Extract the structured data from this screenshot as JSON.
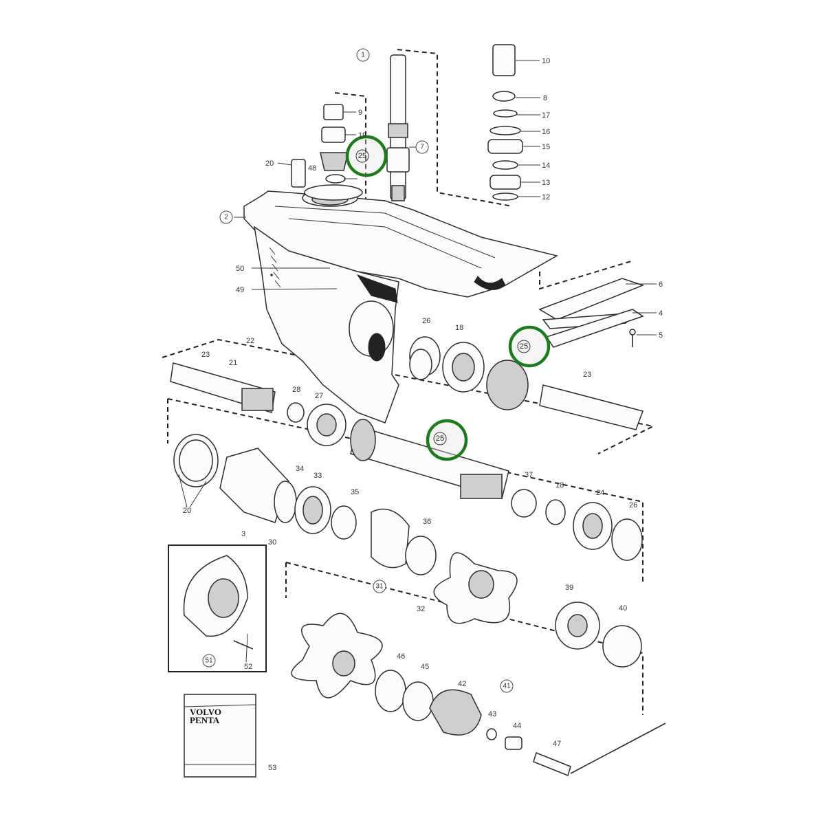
{
  "labels": {
    "l1": "1",
    "l2": "2",
    "l3": "3",
    "l4": "4",
    "l5": "5",
    "l6": "6",
    "l7": "7",
    "l8": "8",
    "l9": "9",
    "l10": "10",
    "l12": "12",
    "l13": "13",
    "l14": "14",
    "l15": "15",
    "l16": "16",
    "l17": "17",
    "l18a": "18",
    "l18b": "18",
    "l19": "19",
    "l20a": "20",
    "l20b": "20",
    "l21": "21",
    "l22": "22",
    "l23a": "23",
    "l23b": "23",
    "l24": "24",
    "l26a": "26",
    "l26b": "26",
    "l27": "27",
    "l28": "28",
    "l30": "30",
    "l31": "31",
    "l32": "32",
    "l33": "33",
    "l34": "34",
    "l35": "35",
    "l36": "36",
    "l37": "37",
    "l39": "39",
    "l40": "40",
    "l41": "41",
    "l42": "42",
    "l43": "43",
    "l44": "44",
    "l45": "45",
    "l46": "46",
    "l47": "47",
    "l48": "48",
    "l49": "49",
    "l50": "50",
    "l51": "51",
    "l52": "52",
    "l53": "53"
  },
  "highlight": {
    "label": "25",
    "color": "#1f7a1f"
  },
  "kit": {
    "brand_line1": "VOLVO",
    "brand_line2": "PENTA"
  }
}
